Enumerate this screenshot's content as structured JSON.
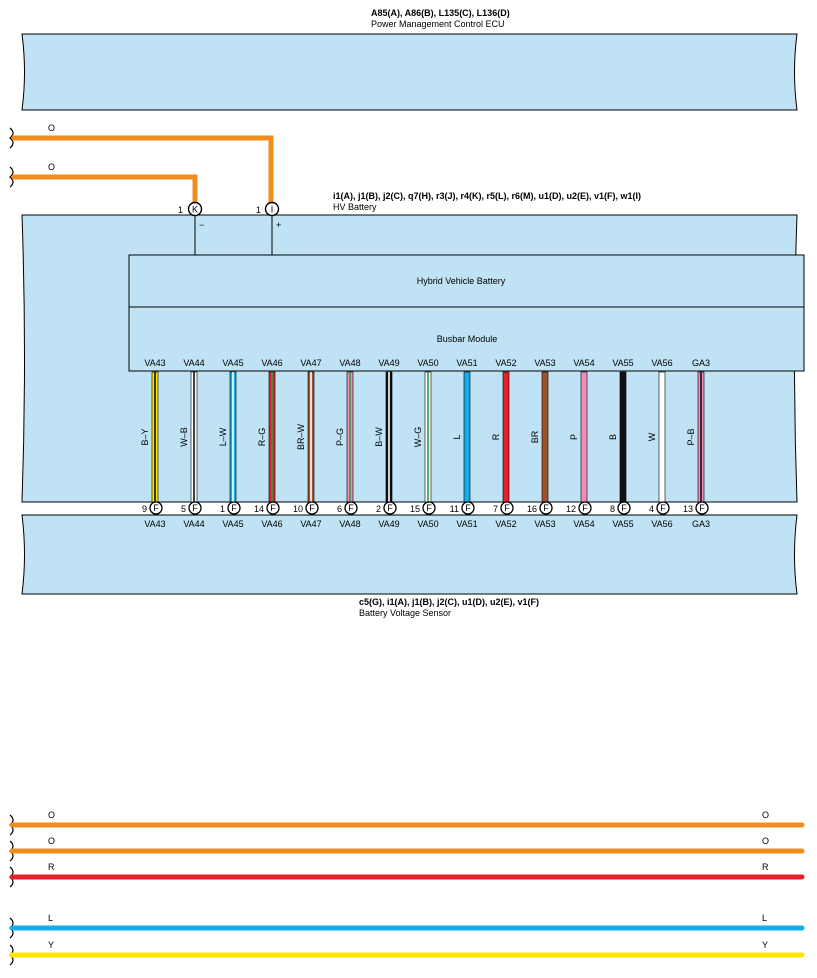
{
  "colors": {
    "component_fill": "#BFE3F5",
    "outline": "#000000",
    "orange": "#F28C1E",
    "red": "#E5212A",
    "blue": "#14AEE9",
    "yellow": "#FFE600",
    "pink": "#F48BB7",
    "brown": "#A0522D",
    "black": "#111111",
    "white": "#FFFFFF",
    "green": "#2E9A3E"
  },
  "ecu": {
    "connectors": "A85(A), A86(B), L135(C), L136(D)",
    "name": "Power Management Control ECU"
  },
  "hv_battery": {
    "connectors": "i1(A), j1(B), j2(C), q7(H), r3(J), r4(K), r5(L), r6(M), u1(D), u2(E), v1(F), w1(I)",
    "name": "HV Battery",
    "inner_block": "Hybrid Vehicle Battery",
    "busbar": "Busbar Module",
    "terminals": [
      {
        "pin": "1",
        "conn": "K",
        "sign": "−"
      },
      {
        "pin": "1",
        "conn": "I",
        "sign": "+"
      }
    ]
  },
  "top_wires": [
    {
      "label": "O",
      "color": "orange"
    },
    {
      "label": "O",
      "color": "orange"
    }
  ],
  "sensor": {
    "connectors": "c5(G), i1(A), j1(B), j2(C), u1(D), u2(E), v1(F)",
    "name": "Battery Voltage Sensor"
  },
  "sensor_wires": [
    {
      "top_label": "VA43",
      "wire": "B–Y",
      "pin": "9",
      "conn": "F",
      "bottom_label": "VA43",
      "base": "yellow",
      "stripe": "black"
    },
    {
      "top_label": "VA44",
      "wire": "W–B",
      "pin": "5",
      "conn": "F",
      "bottom_label": "VA44",
      "base": "white",
      "stripe": "black"
    },
    {
      "top_label": "VA45",
      "wire": "L–W",
      "pin": "1",
      "conn": "F",
      "bottom_label": "VA45",
      "base": "blue",
      "stripe": "white"
    },
    {
      "top_label": "VA46",
      "wire": "R–G",
      "pin": "14",
      "conn": "F",
      "bottom_label": "VA46",
      "base": "red",
      "stripe": "green"
    },
    {
      "top_label": "VA47",
      "wire": "BR–W",
      "pin": "10",
      "conn": "F",
      "bottom_label": "VA47",
      "base": "brown",
      "stripe": "white"
    },
    {
      "top_label": "VA48",
      "wire": "P–G",
      "pin": "6",
      "conn": "F",
      "bottom_label": "VA48",
      "base": "pink",
      "stripe": "green"
    },
    {
      "top_label": "VA49",
      "wire": "B–W",
      "pin": "2",
      "conn": "F",
      "bottom_label": "VA49",
      "base": "black",
      "stripe": "white"
    },
    {
      "top_label": "VA50",
      "wire": "W–G",
      "pin": "15",
      "conn": "F",
      "bottom_label": "VA50",
      "base": "white",
      "stripe": "green"
    },
    {
      "top_label": "VA51",
      "wire": "L",
      "pin": "11",
      "conn": "F",
      "bottom_label": "VA51",
      "base": "blue",
      "stripe": ""
    },
    {
      "top_label": "VA52",
      "wire": "R",
      "pin": "7",
      "conn": "F",
      "bottom_label": "VA52",
      "base": "red",
      "stripe": ""
    },
    {
      "top_label": "VA53",
      "wire": "BR",
      "pin": "16",
      "conn": "F",
      "bottom_label": "VA53",
      "base": "brown",
      "stripe": ""
    },
    {
      "top_label": "VA54",
      "wire": "P",
      "pin": "12",
      "conn": "F",
      "bottom_label": "VA54",
      "base": "pink",
      "stripe": ""
    },
    {
      "top_label": "VA55",
      "wire": "B",
      "pin": "8",
      "conn": "F",
      "bottom_label": "VA55",
      "base": "black",
      "stripe": ""
    },
    {
      "top_label": "VA56",
      "wire": "W",
      "pin": "4",
      "conn": "F",
      "bottom_label": "VA56",
      "base": "white",
      "stripe": ""
    },
    {
      "top_label": "GA3",
      "wire": "P–B",
      "pin": "13",
      "conn": "F",
      "bottom_label": "GA3",
      "base": "pink",
      "stripe": "black"
    }
  ],
  "bottom_wires": [
    {
      "left_label": "O",
      "right_label": "O",
      "color": "orange"
    },
    {
      "left_label": "O",
      "right_label": "O",
      "color": "orange"
    },
    {
      "left_label": "R",
      "right_label": "R",
      "color": "red"
    },
    {
      "left_label": "L",
      "right_label": "L",
      "color": "blue"
    },
    {
      "left_label": "Y",
      "right_label": "Y",
      "color": "yellow"
    }
  ]
}
